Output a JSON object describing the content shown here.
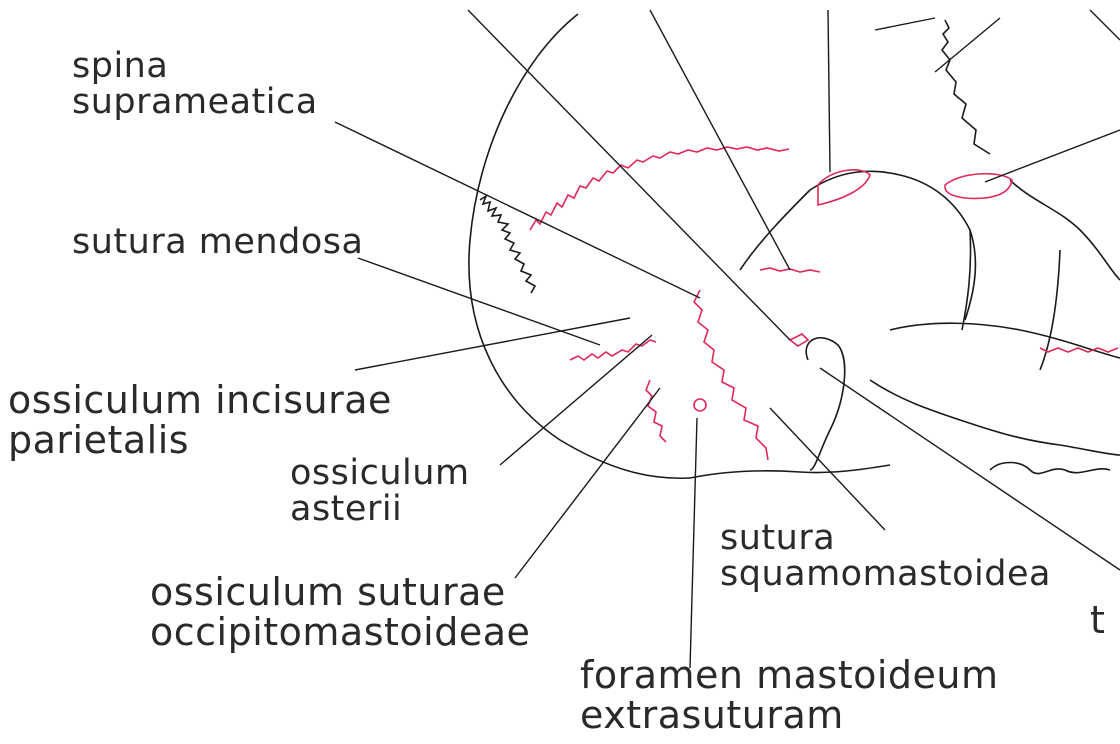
{
  "labels": {
    "spina_suprameatica": "spina\nsuprameatica",
    "sutura_mendosa": "sutura mendosa",
    "ossiculum_incisurae_parietalis": "ossiculum incisurae\nparietalis",
    "ossiculum_asterii": "ossiculum\nasterii",
    "sutura_squamomastoidea": "sutura\nsquamomastoidea",
    "ossiculum_suturae_occipitomastoideae": "ossiculum suturae\noccipitomastoideae",
    "foramen_mastoideum_extrasuturam": "foramen mastoideum\nextrasuturam",
    "cut_off_label": "t"
  },
  "colors": {
    "outline": "#1a1a1a",
    "suture": "#e0285a",
    "leader": "#1a1a1a",
    "text": "#2a2a2a"
  }
}
